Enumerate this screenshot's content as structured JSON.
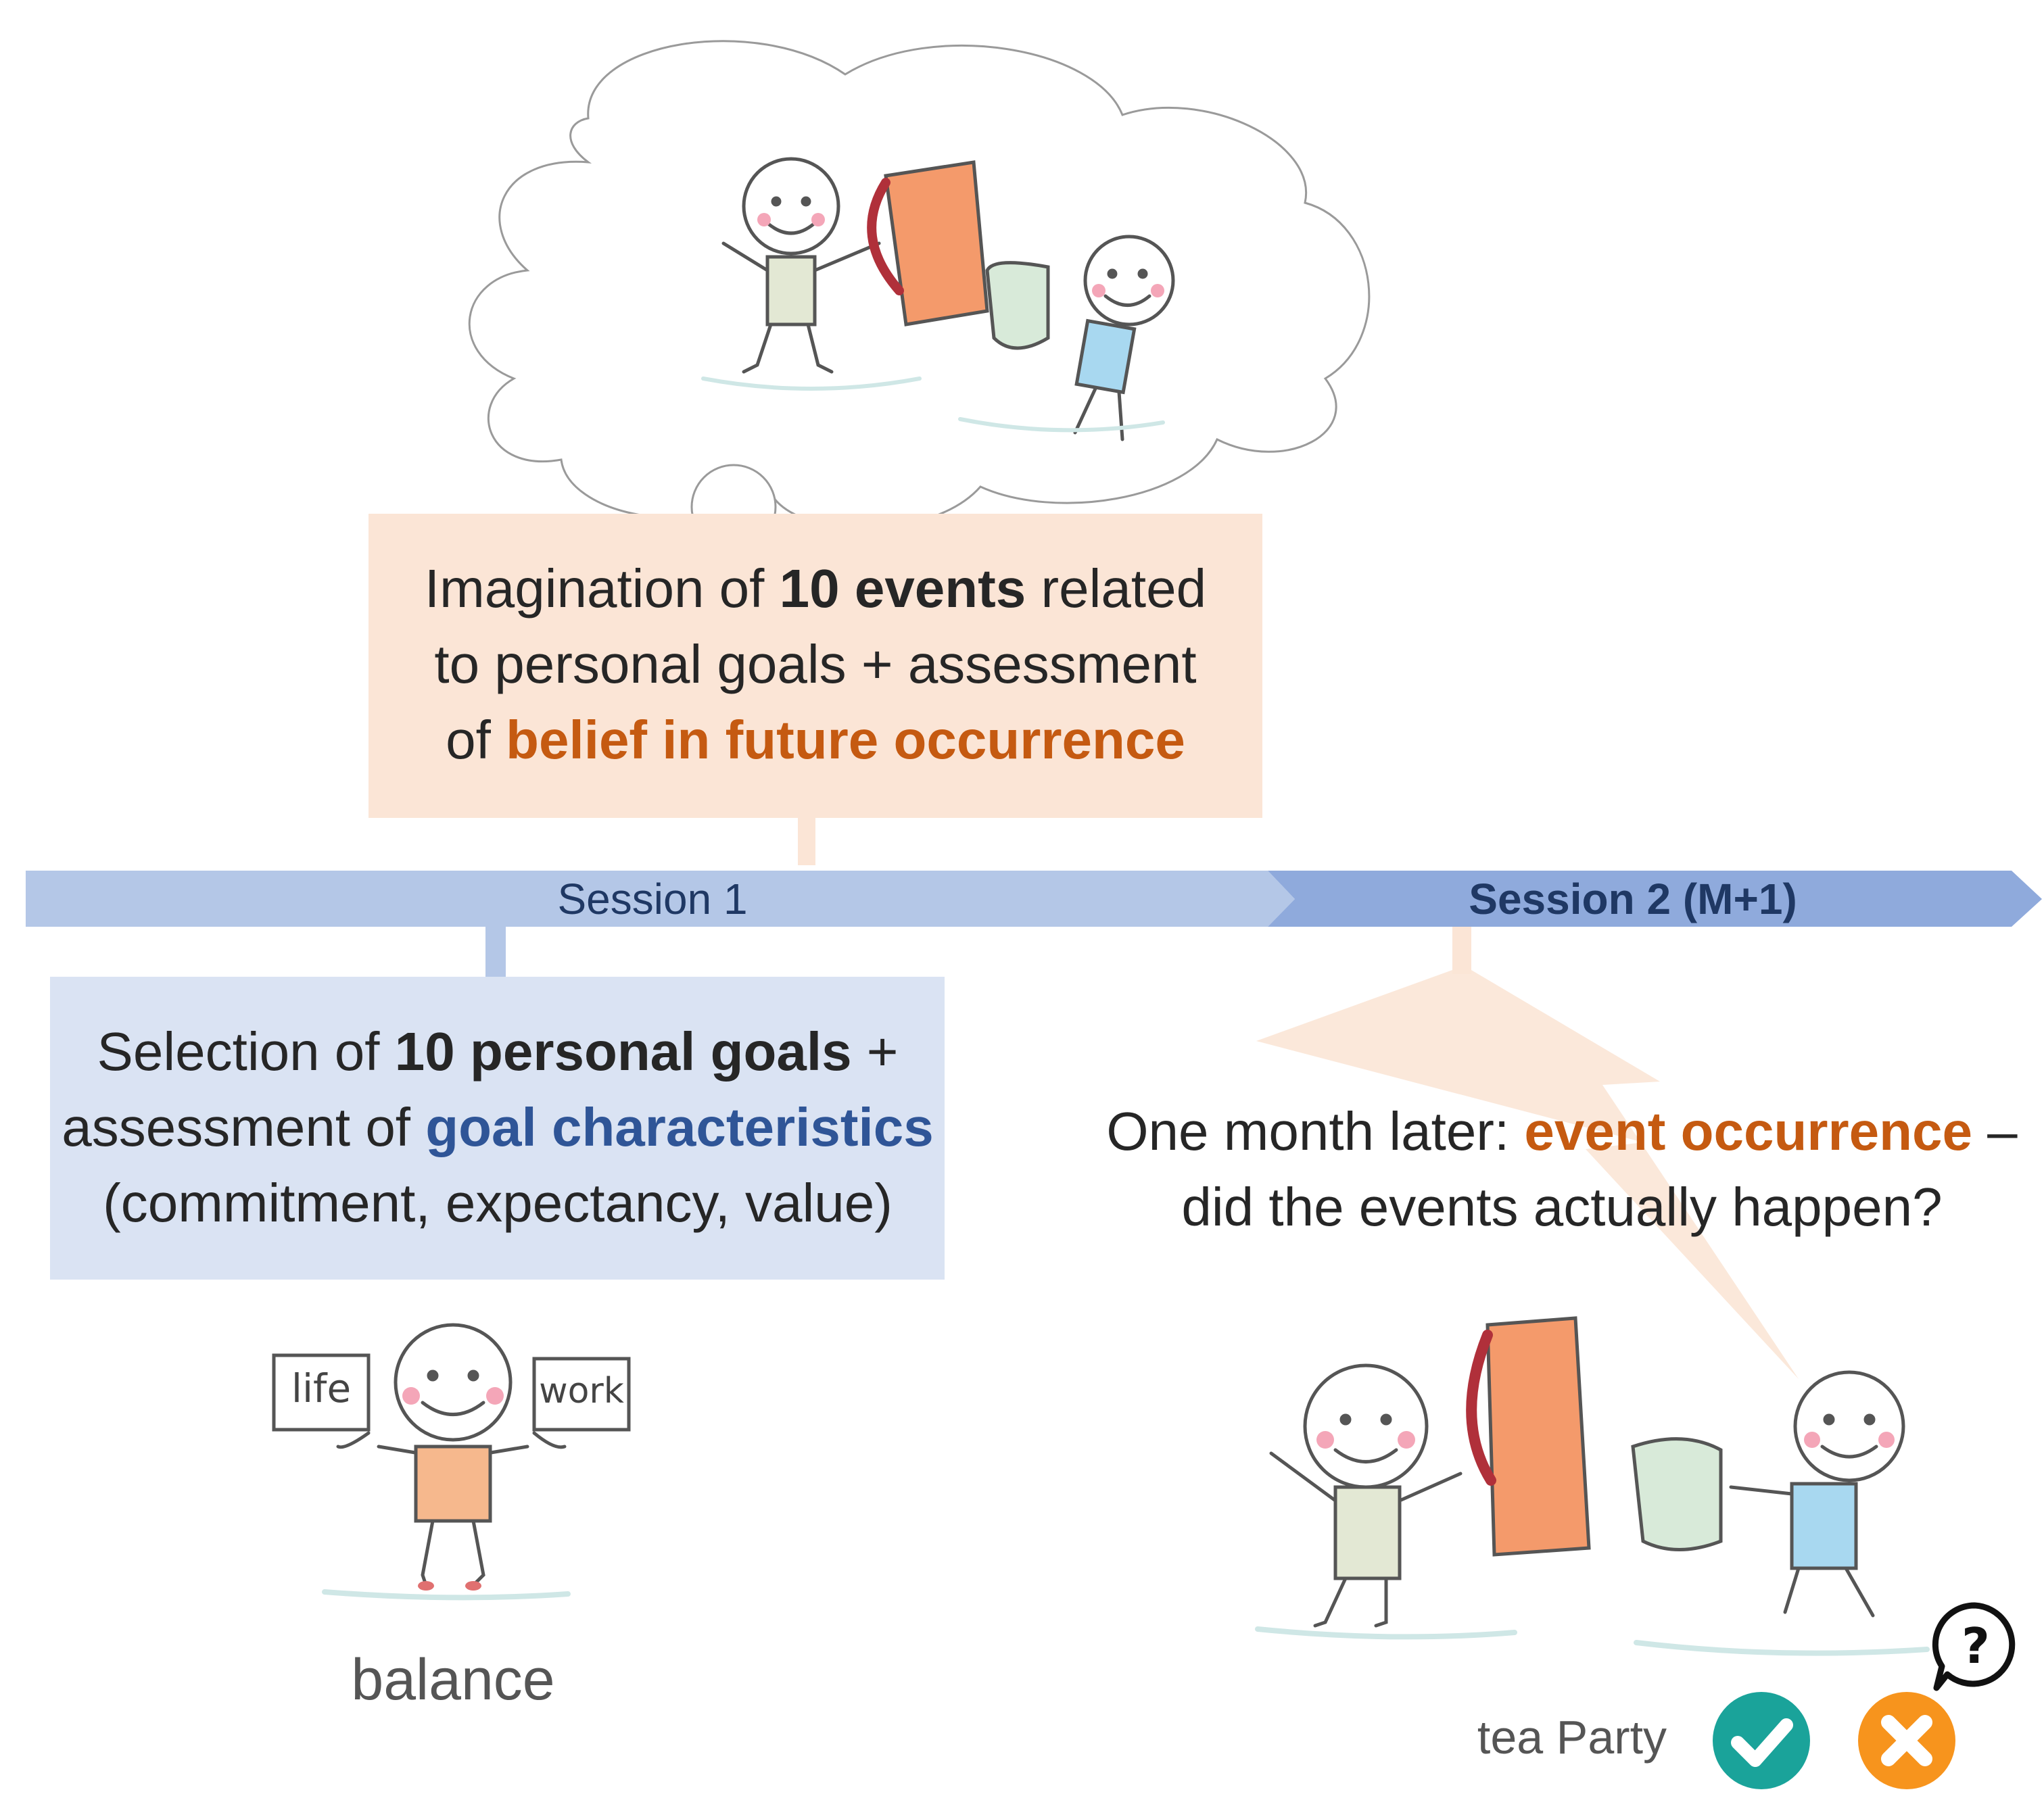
{
  "colors": {
    "timeline_session1": "#b4c7e7",
    "timeline_session2": "#8faadc",
    "imagination_box": "#fbe5d6",
    "selection_box": "#dae3f3",
    "accent_orange": "#c55a11",
    "accent_blue": "#2f5597",
    "check_green": "#1aa39a",
    "cross_orange": "#f7941d"
  },
  "imagination": {
    "line1_a": "Imagination of ",
    "line1_b": "10 events",
    "line1_c": " related",
    "line2": "to personal goals + assessment",
    "line3_a": "of ",
    "line3_b": "belief in future occurrence"
  },
  "timeline": {
    "session1": "Session 1",
    "session2": "Session 2 (M+1)"
  },
  "selection": {
    "line1_a": "Selection of ",
    "line1_b": "10 personal goals",
    "line1_c": "  +",
    "line2_a": "assessment of ",
    "line2_b": "goal characteristics",
    "line3": "(commitment, expectancy, value)"
  },
  "occurrence": {
    "line1_a": "One month later: ",
    "line1_b": "event occurrence",
    "line1_c": " –",
    "line2": "did the events actually happen?"
  },
  "illustrations": {
    "balance_left_sign": "life",
    "balance_right_sign": "work",
    "balance_caption": "balance",
    "tea_caption": "tea Party",
    "question_glyph": "?"
  },
  "icons": {
    "check": "check-circle-icon",
    "cross": "cross-circle-icon",
    "question": "question-bubble-icon"
  }
}
